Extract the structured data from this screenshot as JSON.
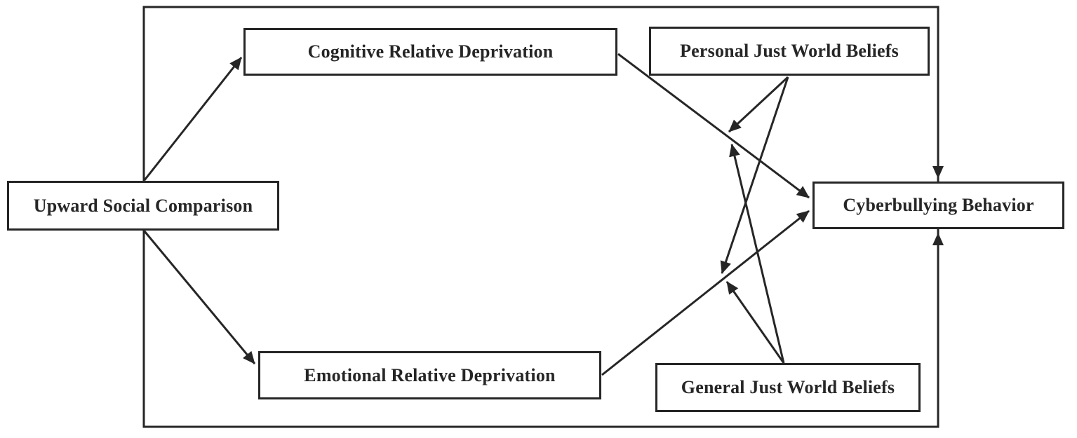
{
  "diagram": {
    "type": "path-model",
    "nodes": {
      "upward_social_comparison": {
        "label": "Upward Social Comparison"
      },
      "cognitive_relative_deprivation": {
        "label": "Cognitive Relative Deprivation"
      },
      "personal_just_world_beliefs": {
        "label": "Personal Just World Beliefs"
      },
      "emotional_relative_deprivation": {
        "label": "Emotional Relative Deprivation"
      },
      "general_just_world_beliefs": {
        "label": "General Just World Beliefs"
      },
      "cyberbullying_behavior": {
        "label": "Cyberbullying Behavior"
      }
    },
    "edges": [
      {
        "from": "upward_social_comparison",
        "to": "cognitive_relative_deprivation"
      },
      {
        "from": "upward_social_comparison",
        "to": "emotional_relative_deprivation"
      },
      {
        "from": "cognitive_relative_deprivation",
        "to": "cyberbullying_behavior"
      },
      {
        "from": "emotional_relative_deprivation",
        "to": "cyberbullying_behavior"
      },
      {
        "from": "upward_social_comparison",
        "to": "cyberbullying_behavior",
        "route": "frame-top"
      },
      {
        "from": "upward_social_comparison",
        "to": "cyberbullying_behavior",
        "route": "frame-bottom"
      },
      {
        "from": "personal_just_world_beliefs",
        "to": "path(cognitive_relative_deprivation->cyberbullying_behavior)",
        "role": "moderator"
      },
      {
        "from": "personal_just_world_beliefs",
        "to": "path(emotional_relative_deprivation->cyberbullying_behavior)",
        "role": "moderator"
      },
      {
        "from": "general_just_world_beliefs",
        "to": "path(cognitive_relative_deprivation->cyberbullying_behavior)",
        "role": "moderator"
      },
      {
        "from": "general_just_world_beliefs",
        "to": "path(emotional_relative_deprivation->cyberbullying_behavior)",
        "role": "moderator"
      }
    ],
    "colors": {
      "line": "#262626",
      "box_border": "#262626",
      "box_background": "#ffffff",
      "text": "#262626"
    }
  }
}
